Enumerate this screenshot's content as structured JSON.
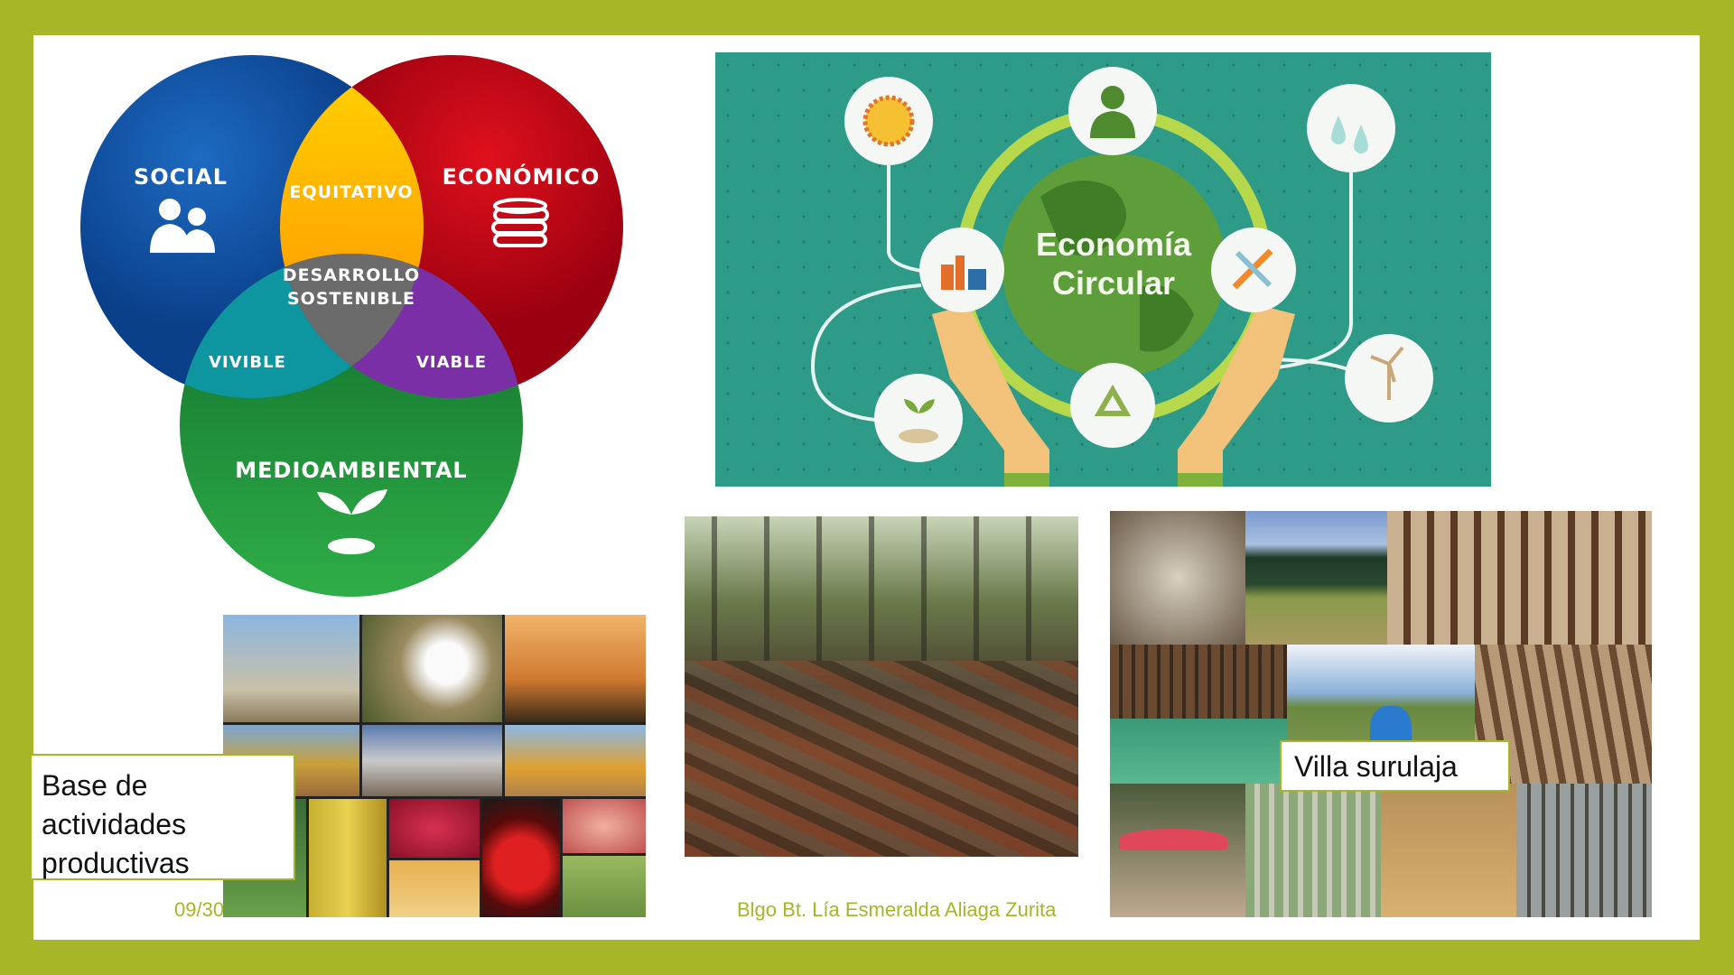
{
  "venn": {
    "social": "SOCIAL",
    "economico": "ECONÓMICO",
    "medioambiental": "MEDIOAMBIENTAL",
    "equitativo": "EQUITATIVO",
    "vivible": "VIVIBLE",
    "viable": "VIABLE",
    "center_line1": "DESARROLLO",
    "center_line2": "SOSTENIBLE",
    "colors": {
      "social": "#0d4fa3",
      "economico": "#c4000e",
      "medioambiental": "#1d8a3a",
      "equitativo": "#f7a000",
      "vivible": "#0d96a0",
      "viable": "#7a2fa6",
      "center": "#6b6b6b"
    }
  },
  "economia_circular": {
    "title_line1": "Economía",
    "title_line2": "Circular",
    "icons": [
      "sun-icon",
      "person-icon",
      "water-drops-icon",
      "factory-icon",
      "tools-icon",
      "sprout-icon",
      "recycle-icon",
      "wind-turbine-icon"
    ],
    "background": "#2e9a88"
  },
  "collage_productivas": {
    "label": "Base de actividades productivas"
  },
  "collage_villa": {
    "label": "Villa surulaja"
  },
  "footer": {
    "date": "09/30",
    "author": "Blgo Bt. Lía Esmeralda Aliaga Zurita"
  },
  "theme": {
    "border": "#a7b626"
  }
}
